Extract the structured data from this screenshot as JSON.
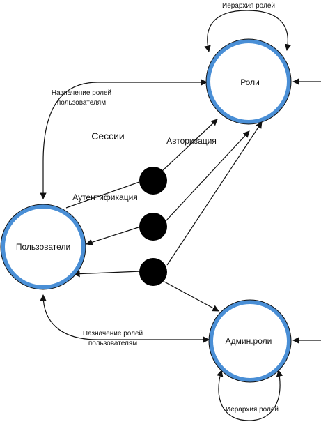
{
  "nodes": {
    "roles": {
      "label": "Роли"
    },
    "users": {
      "label": "Пользователи"
    },
    "admin_roles": {
      "label": "Админ.роли"
    }
  },
  "labels": {
    "role_hierarchy_top": "Иерархия ролей",
    "role_hierarchy_bottom": "Иерархия ролей",
    "assign_top_line1": "Назначение ролей",
    "assign_top_line2": "пользователям",
    "assign_bottom_line1": "Назначение ролей",
    "assign_bottom_line2": "пользователям",
    "sessions": "Сессии",
    "authorization": "Авторизация",
    "authentication": "Аутентификация"
  },
  "colors": {
    "node_ring": "#4a8fd6",
    "node_outline": "#111111",
    "session_fill": "#000000",
    "edge": "#111111"
  }
}
